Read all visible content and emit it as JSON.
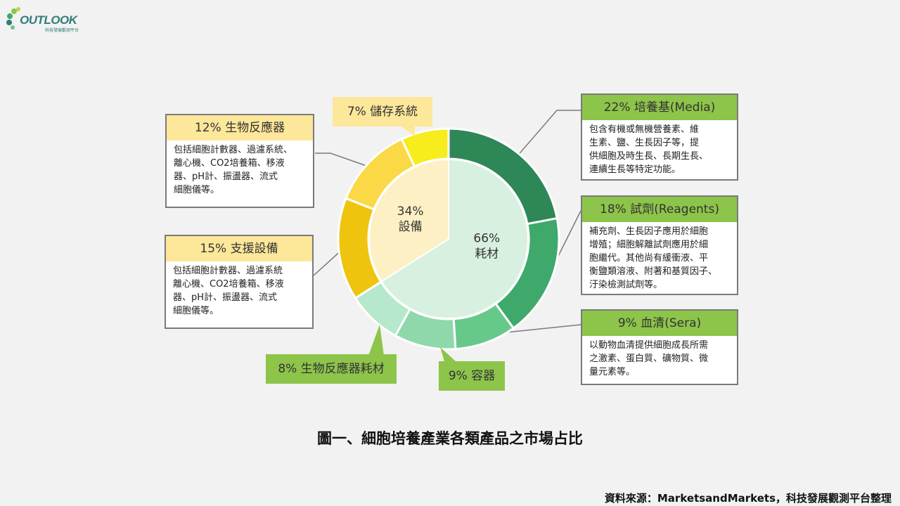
{
  "logo": {
    "text": "OUTLOOK",
    "subtext": "科技發展觀測平台"
  },
  "chart_data": {
    "type": "pie",
    "inner": [
      {
        "label": "34%",
        "sub": "設備",
        "value": 34,
        "color": "#fdf0c4"
      },
      {
        "label": "66%",
        "sub": "耗材",
        "value": 66,
        "color": "#d8f0e0"
      }
    ],
    "outer": [
      {
        "name": "7% 儲存系統",
        "value": 7,
        "color": "#f7ec1c",
        "group": "設備"
      },
      {
        "name": "22% 培養基(Media)",
        "value": 22,
        "color": "#2e8757",
        "group": "耗材"
      },
      {
        "name": "18% 試劑(Reagents)",
        "value": 18,
        "color": "#3ea96a",
        "group": "耗材"
      },
      {
        "name": "9% 血清(Sera)",
        "value": 9,
        "color": "#66c98a",
        "group": "耗材"
      },
      {
        "name": "9% 容器",
        "value": 9,
        "color": "#8fd8ab",
        "group": "耗材"
      },
      {
        "name": "8% 生物反應器耗材",
        "value": 8,
        "color": "#b6e8cb",
        "group": "耗材"
      },
      {
        "name": "15% 支援設備",
        "value": 15,
        "color": "#eec40e",
        "group": "設備"
      },
      {
        "name": "12% 生物反應器",
        "value": 12,
        "color": "#fbd845",
        "group": "設備"
      }
    ]
  },
  "cards": {
    "bioreactor": {
      "head": "12% 生物反應器",
      "body": [
        "包括細胞計數器、過濾系統、",
        "離心機、CO2培養箱、移液",
        "器、pH計、振盪器、流式",
        "細胞儀等。"
      ]
    },
    "support": {
      "head": "15% 支援設備",
      "body": [
        "包括細胞計數器、過濾系統",
        "離心機、CO2培養箱、移液",
        "器、pH計、振盪器、流式",
        "細胞儀等。"
      ]
    },
    "media": {
      "head": "22% 培養基(Media)",
      "body": [
        "包含有機或無機營養素、維",
        "生素、鹽、生長因子等，提",
        "供細胞及時生長、長期生長、",
        "連續生長等特定功能。"
      ]
    },
    "reagents": {
      "head": "18% 試劑(Reagents)",
      "body": [
        "補充劑、生長因子應用於細胞",
        "增殖；細胞解離試劑應用於細",
        "胞繼代。其他尚有緩衝液、平",
        "衡鹽類溶液、附著和基質因子、",
        "汙染檢測試劑等。"
      ]
    },
    "sera": {
      "head": "9% 血清(Sera)",
      "body": [
        "以動物血清提供細胞成長所需",
        "之激素、蛋白質、礦物質、微",
        "量元素等。"
      ]
    }
  },
  "callouts": {
    "storage": "7% 儲存系統",
    "bioreactor_consumables": "8% 生物反應器耗材",
    "containers": "9% 容器"
  },
  "title": "圖一、細胞培養產業各類產品之市場占比",
  "source": "資料來源：MarketsandMarkets，科技發展觀測平台整理"
}
